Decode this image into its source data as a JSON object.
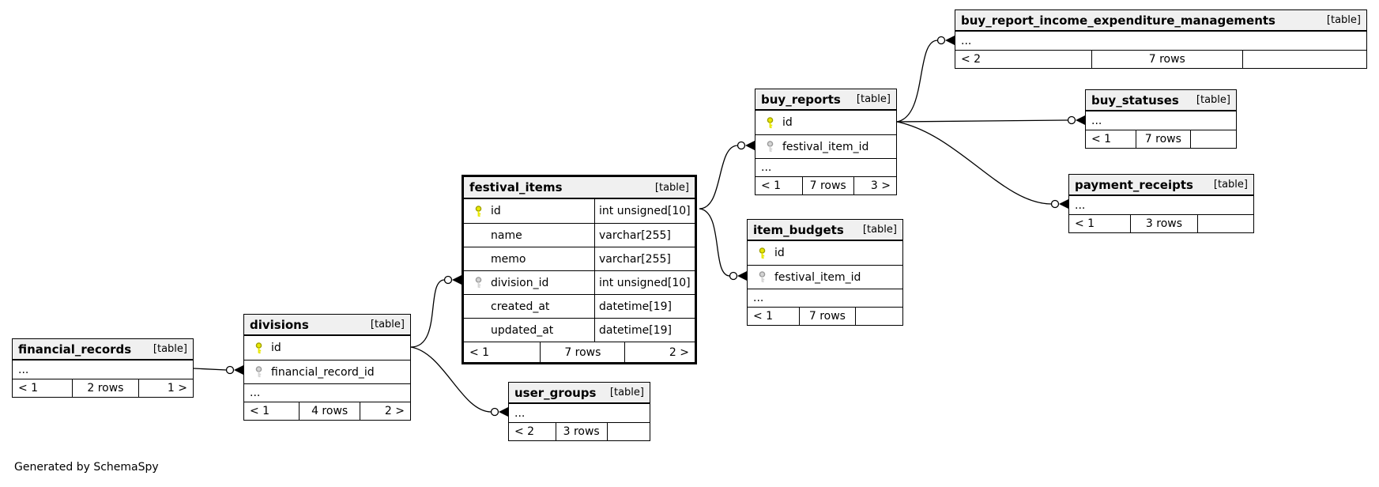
{
  "footer_note": "Generated by SchemaSpy",
  "diagram": {
    "colors": {
      "primary_key": "#e8e800",
      "primary_key_stroke": "#a0a000",
      "foreign_key": "#d4d4d4",
      "foreign_key_stroke": "#9a9a9a",
      "header_bg": "#f0f0f0",
      "border": "#000000"
    },
    "tables": [
      {
        "id": "financial_records",
        "title": "financial_records",
        "tag": "[table]",
        "emphasized": false,
        "columns": [
          {
            "ellipsis": true
          }
        ],
        "pager": {
          "prev": "< 1",
          "rows": "2 rows",
          "next": "1 >"
        }
      },
      {
        "id": "divisions",
        "title": "divisions",
        "tag": "[table]",
        "emphasized": false,
        "columns": [
          {
            "name": "id",
            "key": "primary"
          },
          {
            "name": "financial_record_id",
            "key": "foreign"
          },
          {
            "ellipsis": true
          }
        ],
        "pager": {
          "prev": "< 1",
          "rows": "4 rows",
          "next": "2 >"
        }
      },
      {
        "id": "festival_items",
        "title": "festival_items",
        "tag": "[table]",
        "emphasized": true,
        "columns": [
          {
            "name": "id",
            "key": "primary",
            "type": "int unsigned[10]"
          },
          {
            "name": "name",
            "type": "varchar[255]"
          },
          {
            "name": "memo",
            "type": "varchar[255]"
          },
          {
            "name": "division_id",
            "key": "foreign",
            "type": "int unsigned[10]"
          },
          {
            "name": "created_at",
            "type": "datetime[19]"
          },
          {
            "name": "updated_at",
            "type": "datetime[19]"
          }
        ],
        "pager": {
          "prev": "< 1",
          "rows": "7 rows",
          "next": "2 >"
        }
      },
      {
        "id": "user_groups",
        "title": "user_groups",
        "tag": "[table]",
        "emphasized": false,
        "columns": [
          {
            "ellipsis": true
          }
        ],
        "pager": {
          "prev": "< 2",
          "rows": "3 rows",
          "next": ""
        }
      },
      {
        "id": "buy_reports",
        "title": "buy_reports",
        "tag": "[table]",
        "emphasized": false,
        "columns": [
          {
            "name": "id",
            "key": "primary"
          },
          {
            "name": "festival_item_id",
            "key": "foreign"
          },
          {
            "ellipsis": true
          }
        ],
        "pager": {
          "prev": "< 1",
          "rows": "7 rows",
          "next": "3 >"
        }
      },
      {
        "id": "item_budgets",
        "title": "item_budgets",
        "tag": "[table]",
        "emphasized": false,
        "columns": [
          {
            "name": "id",
            "key": "primary"
          },
          {
            "name": "festival_item_id",
            "key": "foreign"
          },
          {
            "ellipsis": true
          }
        ],
        "pager": {
          "prev": "< 1",
          "rows": "7 rows",
          "next": ""
        }
      },
      {
        "id": "buy_report_income_expenditure_managements",
        "title": "buy_report_income_expenditure_managements",
        "tag": "[table]",
        "emphasized": false,
        "columns": [
          {
            "ellipsis": true
          }
        ],
        "pager": {
          "prev": "< 2",
          "rows": "7 rows",
          "next": ""
        }
      },
      {
        "id": "buy_statuses",
        "title": "buy_statuses",
        "tag": "[table]",
        "emphasized": false,
        "columns": [
          {
            "ellipsis": true
          }
        ],
        "pager": {
          "prev": "< 1",
          "rows": "7 rows",
          "next": ""
        }
      },
      {
        "id": "payment_receipts",
        "title": "payment_receipts",
        "tag": "[table]",
        "emphasized": false,
        "columns": [
          {
            "ellipsis": true
          }
        ],
        "pager": {
          "prev": "< 1",
          "rows": "3 rows",
          "next": ""
        }
      }
    ],
    "edges": [
      {
        "from": "financial_records",
        "to": "divisions"
      },
      {
        "from": "divisions",
        "to": "festival_items"
      },
      {
        "from": "divisions",
        "to": "user_groups"
      },
      {
        "from": "festival_items",
        "to": "buy_reports"
      },
      {
        "from": "festival_items",
        "to": "item_budgets"
      },
      {
        "from": "buy_reports",
        "to": "buy_report_income_expenditure_managements"
      },
      {
        "from": "buy_reports",
        "to": "buy_statuses"
      },
      {
        "from": "buy_reports",
        "to": "payment_receipts"
      }
    ]
  }
}
